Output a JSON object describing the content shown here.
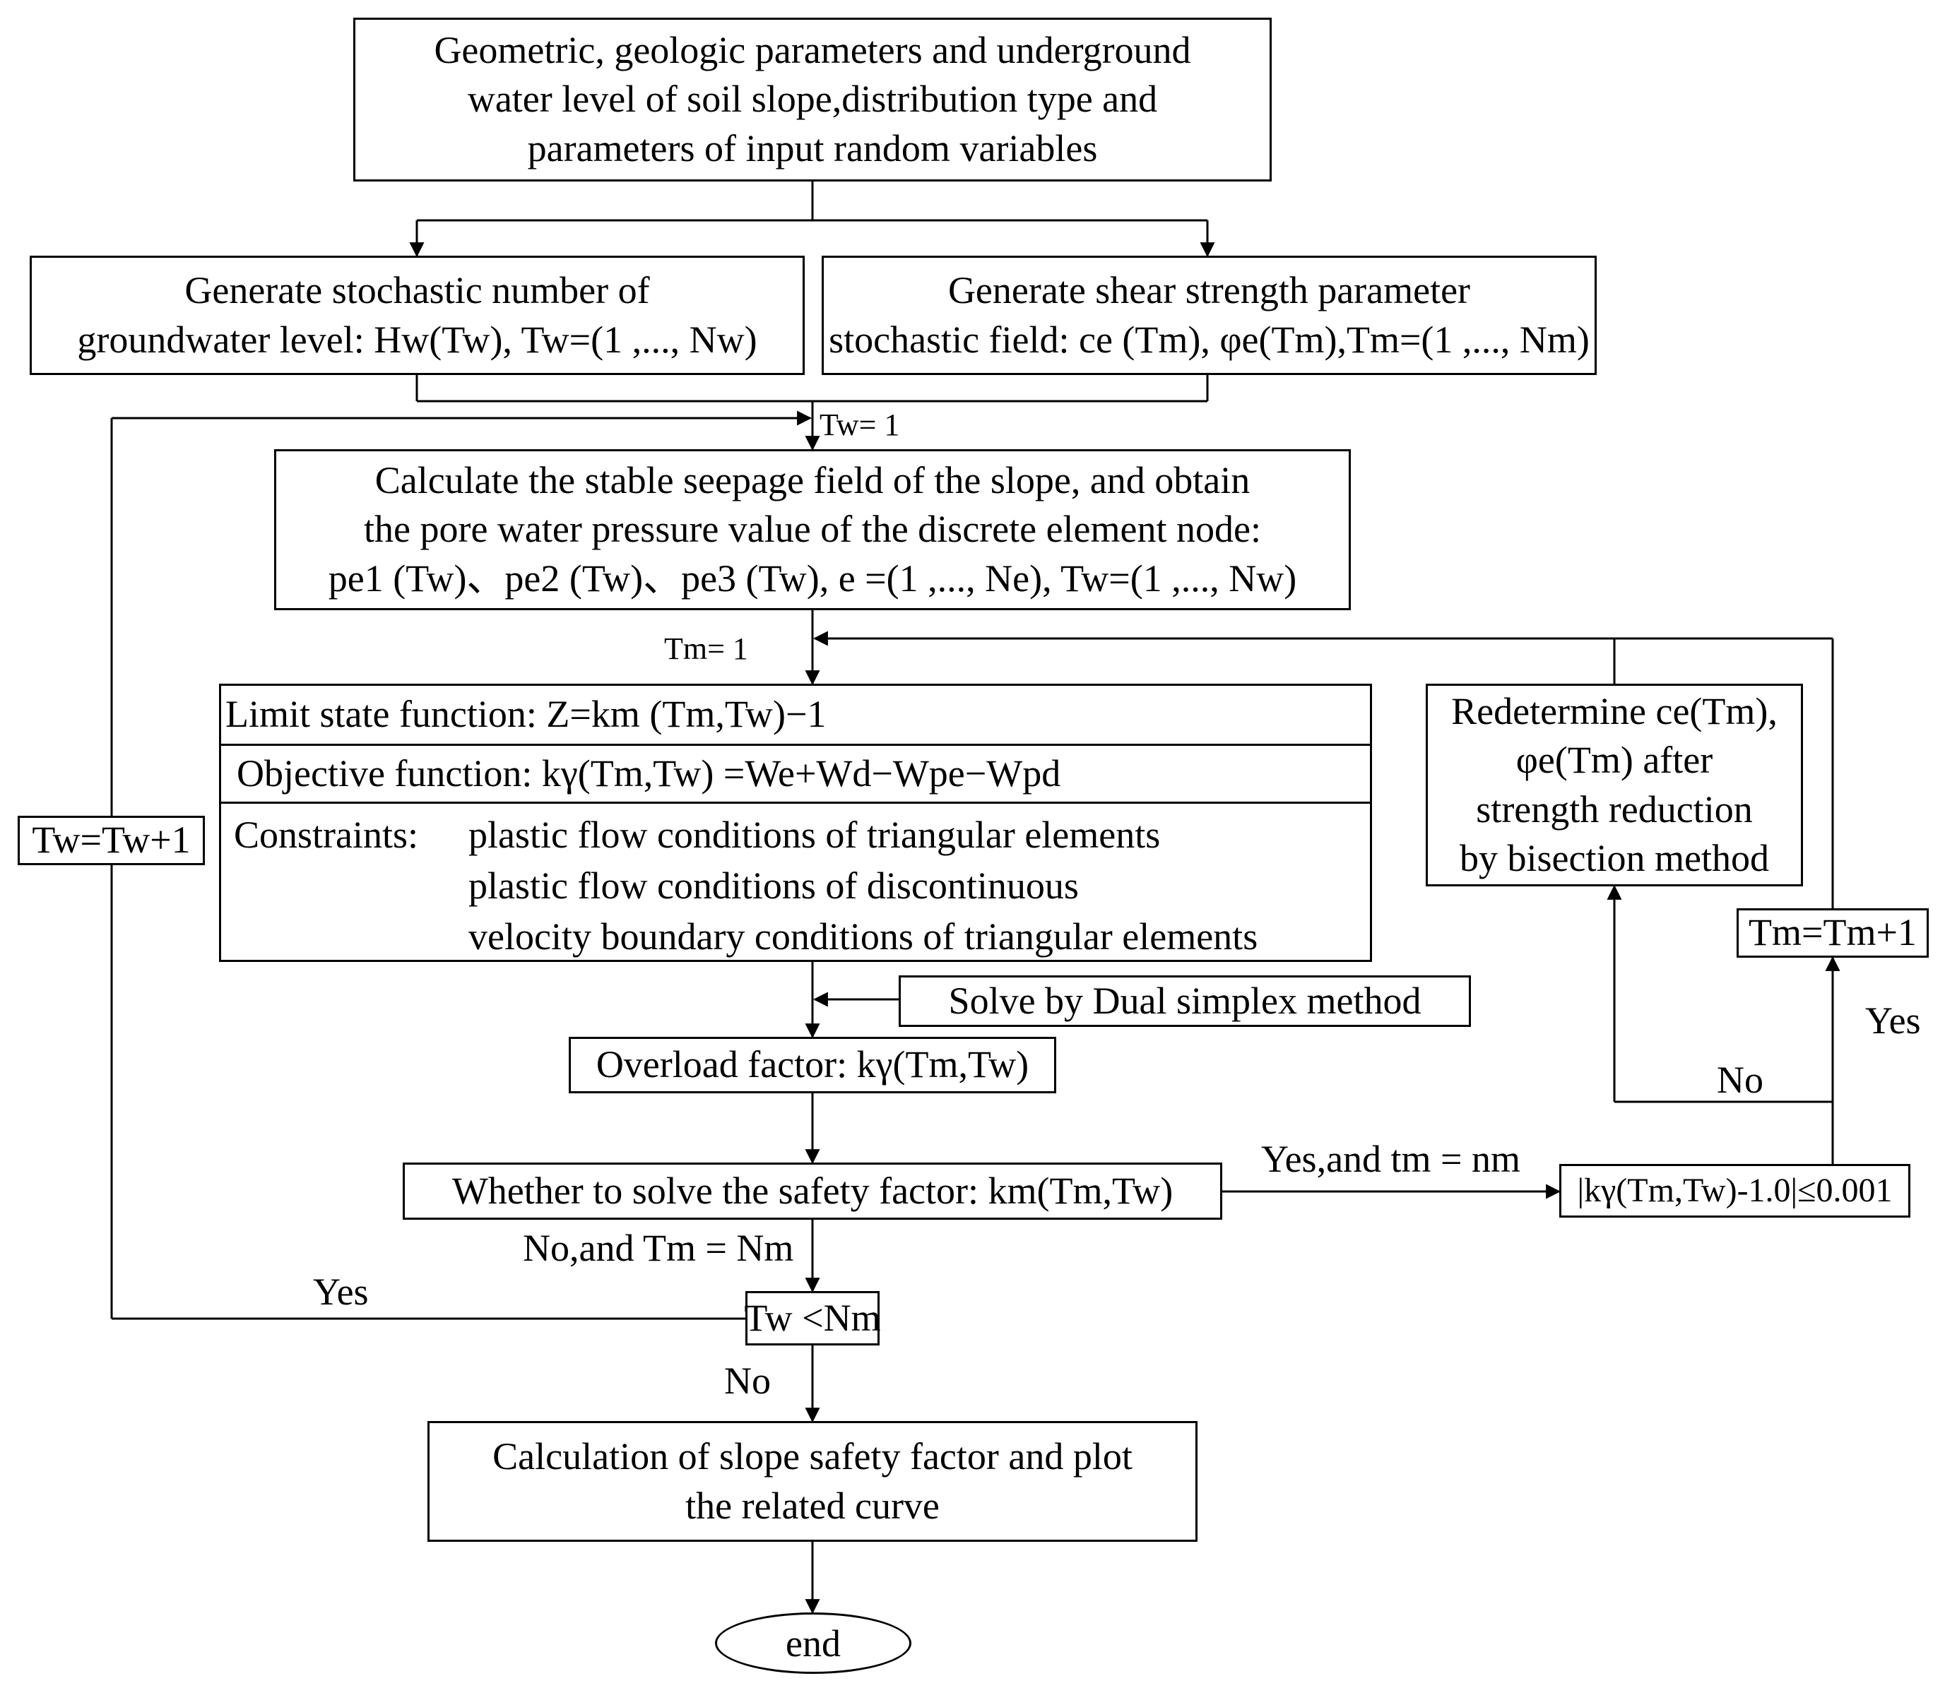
{
  "boxes": {
    "input": {
      "lines": [
        "Geometric, geologic parameters and underground",
        "water level of soil slope,distribution type and",
        "parameters of input random variables"
      ]
    },
    "gen_groundwater": {
      "lines": [
        "Generate stochastic number of",
        "groundwater level: Hw(Tw), Tw=(1 ,..., Nw)"
      ]
    },
    "gen_shear": {
      "lines": [
        "Generate shear strength parameter",
        "stochastic field: ce (Tm), φe(Tm),Tm=(1 ,..., Nm)"
      ]
    },
    "seepage": {
      "lines": [
        "Calculate the stable seepage field of the slope, and obtain",
        "the pore water pressure value of the discrete element node:",
        "pe1 (Tw)、pe2 (Tw)、pe3 (Tw), e =(1 ,..., Ne), Tw=(1 ,..., Nw)"
      ]
    },
    "model": {
      "limit_state": "Limit state function: Z=km (Tm,Tw)−1",
      "objective": "Objective function:  kγ(Tm,Tw) =We+Wd−Wpe−Wpd",
      "constraints_label": "Constraints:",
      "constraints": [
        "plastic flow conditions of triangular elements",
        "plastic flow conditions of discontinuous",
        "velocity boundary conditions of triangular elements"
      ]
    },
    "redetermine": {
      "lines": [
        "Redetermine ce(Tm),",
        "φe(Tm) after",
        "strength reduction",
        "by bisection method"
      ]
    },
    "tm_increment": {
      "text": "Tm=Tm+1"
    },
    "tw_increment": {
      "text": "Tw=Tw+1"
    },
    "dual_simplex": {
      "text": "Solve by Dual simplex method"
    },
    "overload": {
      "text": "Overload factor: kγ(Tm,Tw)"
    },
    "whether": {
      "text": "Whether to solve the safety factor: km(Tm,Tw)"
    },
    "convergence": {
      "text": "|kγ(Tm,Tw)-1.0|≤0.001"
    },
    "tw_check": {
      "text": "Tw <Nm"
    },
    "final": {
      "lines": [
        "Calculation of slope safety factor and plot",
        "the related curve"
      ]
    },
    "end": {
      "text": "end"
    }
  },
  "labels": {
    "tw_init": "Tw= 1",
    "tm_init": "Tm= 1",
    "yes_right": "Yes",
    "no_right": "No",
    "yes_and_tm": "Yes,and tm = nm",
    "no_and_tm": "No,and Tm = Nm",
    "yes_left": "Yes",
    "no_bottom": "No"
  }
}
